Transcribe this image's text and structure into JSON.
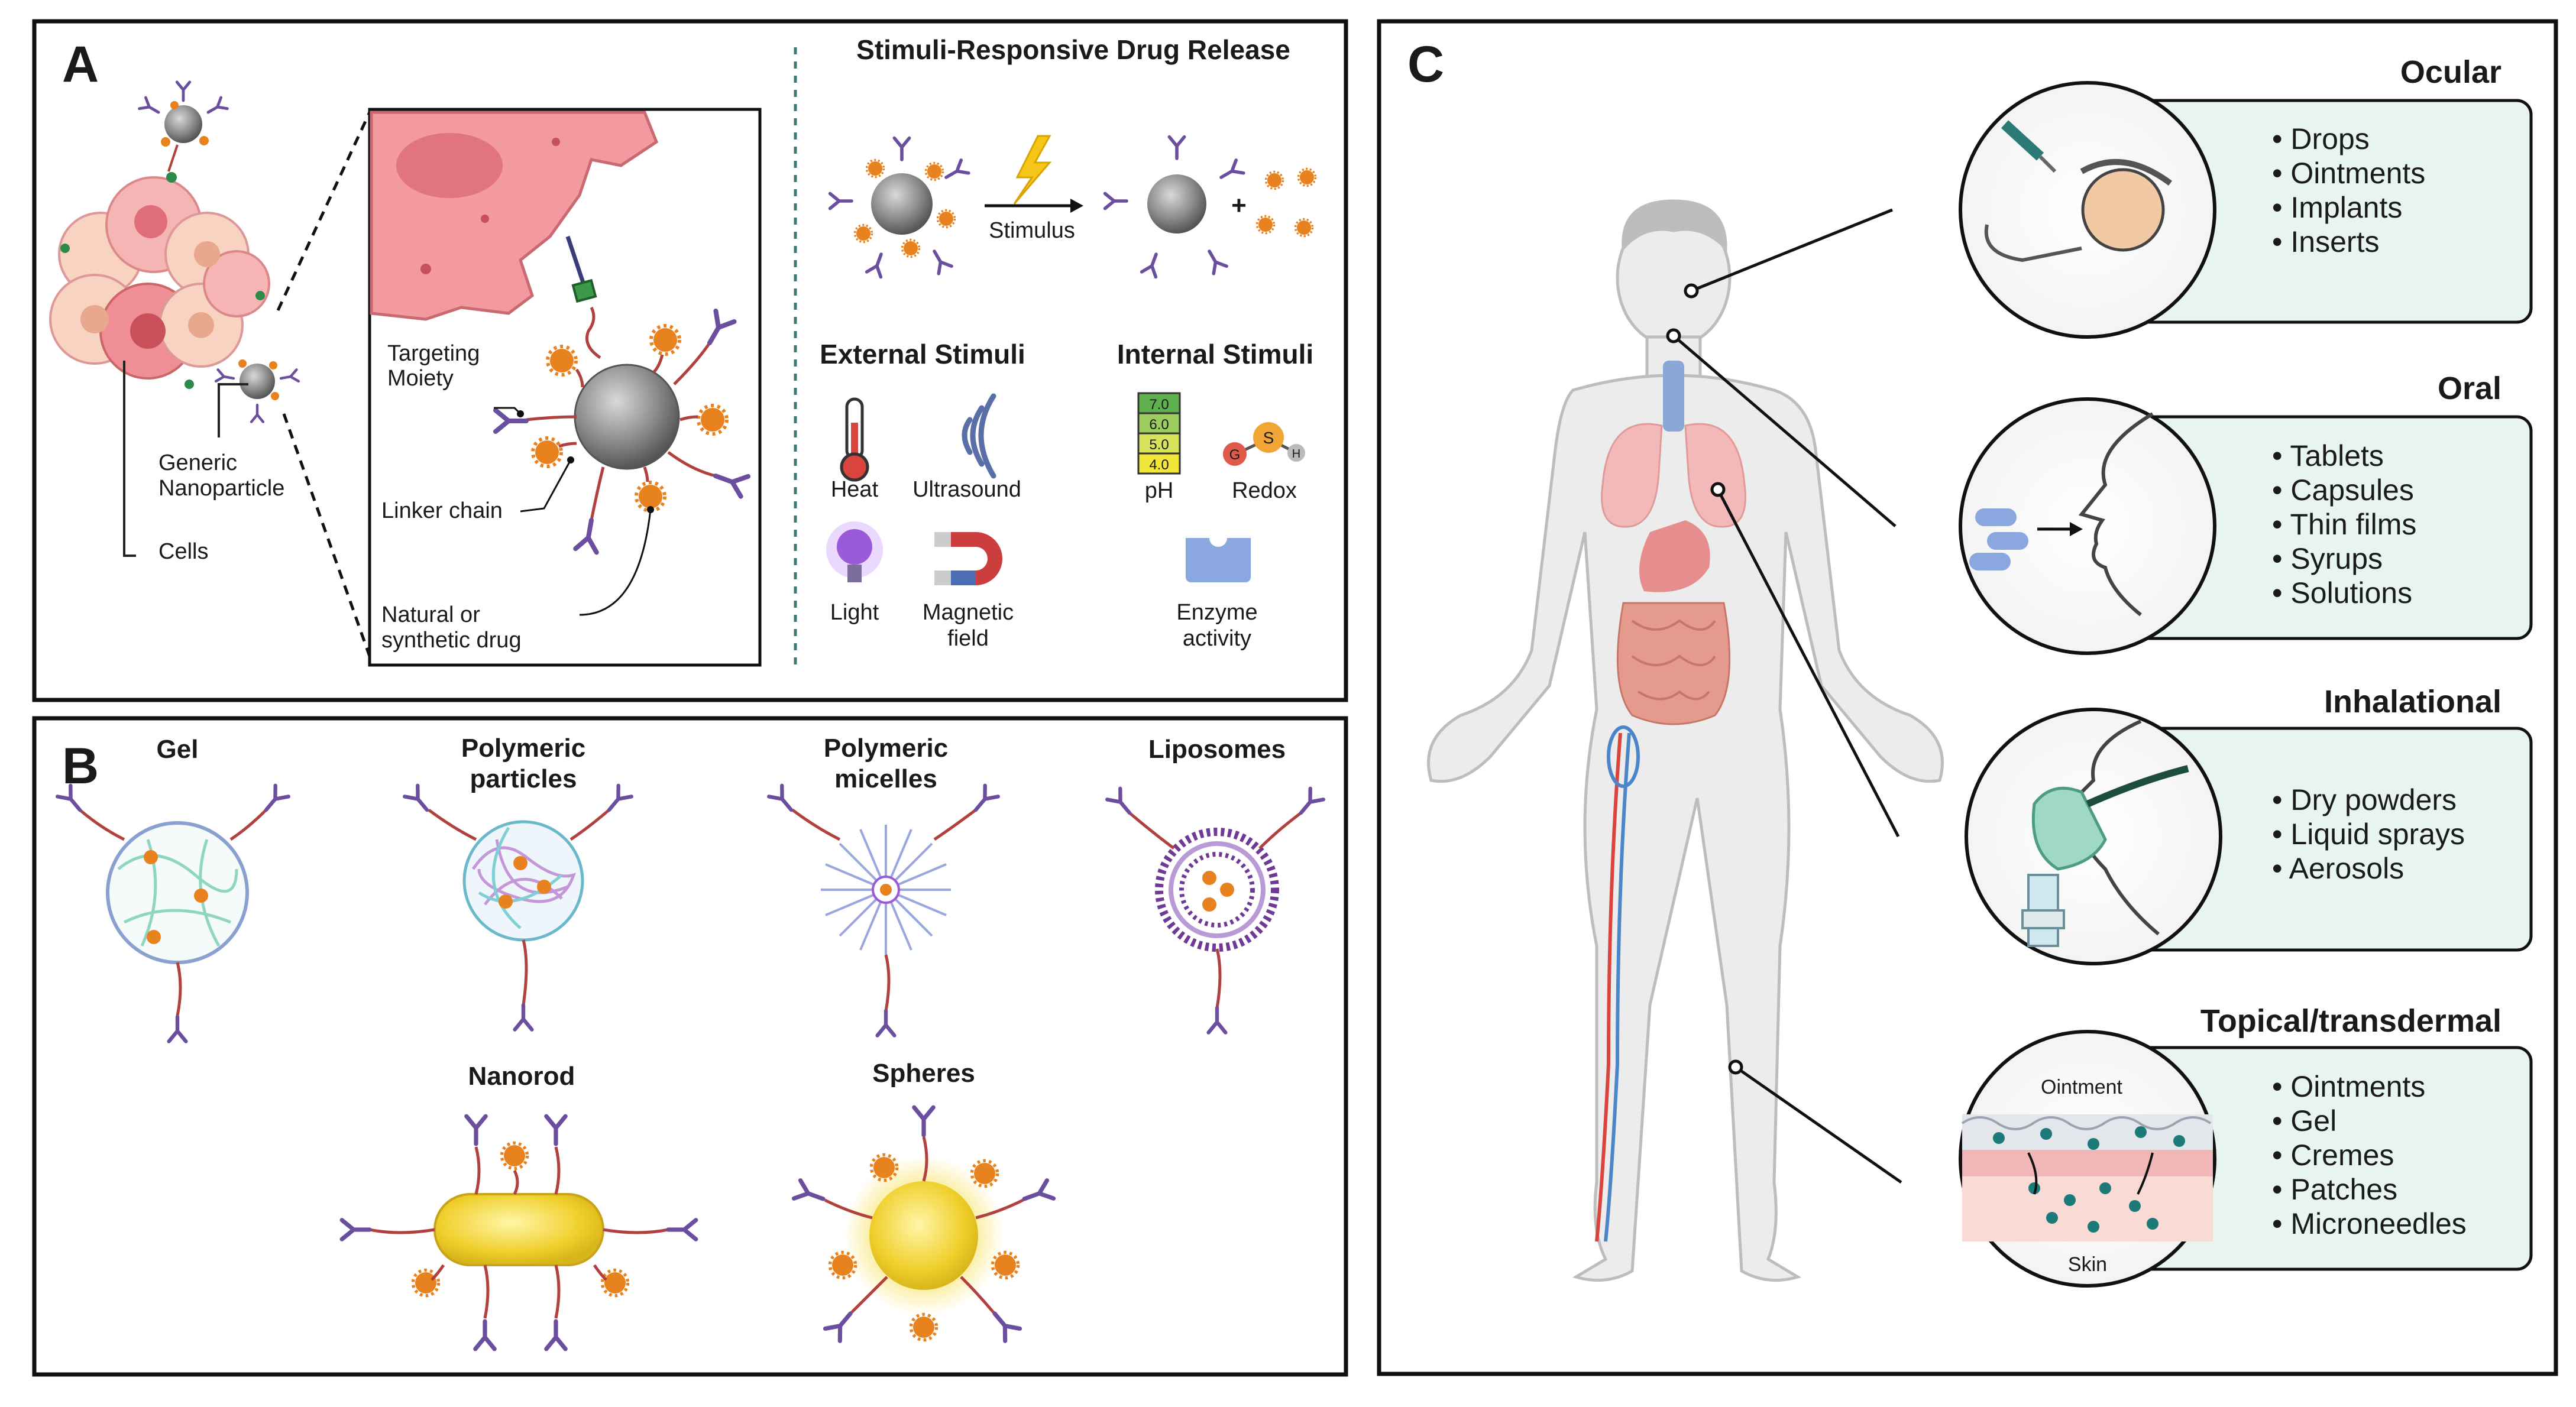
{
  "panel_a": {
    "letter": "A",
    "title": "Stimuli-Responsive Drug Release",
    "labels": {
      "targeting_1": "Targeting",
      "targeting_2": "Moiety",
      "generic_1": "Generic",
      "generic_2": "Nanoparticle",
      "cells": "Cells",
      "linker": "Linker chain",
      "drug_1": "Natural or",
      "drug_2": "synthetic drug",
      "stimulus": "Stimulus",
      "plus": "+"
    },
    "external": {
      "heading": "External Stimuli",
      "items": [
        "Heat",
        "Ultrasound",
        "Light",
        "Magnetic",
        "field"
      ]
    },
    "internal": {
      "heading": "Internal Stimuli",
      "ph_scale": [
        "7.0",
        "6.0",
        "5.0",
        "4.0"
      ],
      "items": [
        "pH",
        "Redox",
        "Enzyme",
        "activity"
      ],
      "redox_atoms": [
        "G",
        "S",
        "H"
      ]
    }
  },
  "panel_b": {
    "letter": "B",
    "items": {
      "gel": "Gel",
      "polymeric_particles_1": "Polymeric",
      "polymeric_particles_2": "particles",
      "polymeric_micelles_1": "Polymeric",
      "polymeric_micelles_2": "micelles",
      "liposomes": "Liposomes",
      "nanorod": "Nanorod",
      "spheres": "Spheres"
    }
  },
  "panel_c": {
    "letter": "C",
    "routes": [
      {
        "title": "Ocular",
        "items": [
          "Drops",
          "Ointments",
          "Implants",
          "Inserts"
        ]
      },
      {
        "title": "Oral",
        "items": [
          "Tablets",
          "Capsules",
          "Thin films",
          "Syrups",
          "Solutions"
        ]
      },
      {
        "title": "Inhalational",
        "items": [
          "Dry powders",
          "Liquid sprays",
          "Aerosols"
        ]
      },
      {
        "title": "Topical/transdermal",
        "items": [
          "Ointments",
          "Gel",
          "Cremes",
          "Patches",
          "Microneedles"
        ]
      }
    ],
    "skin_labels": {
      "top": "Ointment",
      "bottom": "Skin"
    }
  },
  "colors": {
    "drug": "#E8821E",
    "antibody": "#6B4E9E",
    "linker": "#B0413E",
    "nanoparticle": "#8A8A8A",
    "panel_mint": "#E8F4EE",
    "gold": "#F2D33A"
  }
}
